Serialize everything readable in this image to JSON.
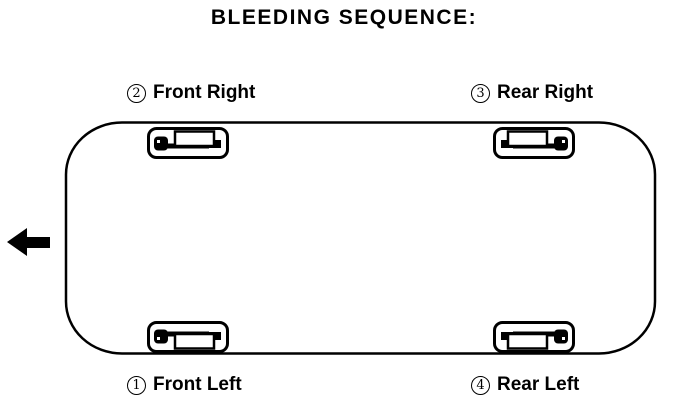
{
  "title": "BLEEDING SEQUENCE:",
  "colors": {
    "ink": "#000000",
    "background": "#ffffff"
  },
  "icons": {
    "front_direction_arrow": "solid left-pointing arrow (vehicle front direction)",
    "wheel_icon": "brake caliper with bleeder screw inside rounded wheel box"
  },
  "labels": {
    "front_right": {
      "number": "2",
      "label": "Front Right"
    },
    "rear_right": {
      "number": "3",
      "label": "Rear Right"
    },
    "front_left": {
      "number": "1",
      "label": "Front Left"
    },
    "rear_left": {
      "number": "4",
      "label": "Rear Left"
    }
  },
  "sequence": [
    "Front Left",
    "Front Right",
    "Rear Right",
    "Rear Left"
  ]
}
